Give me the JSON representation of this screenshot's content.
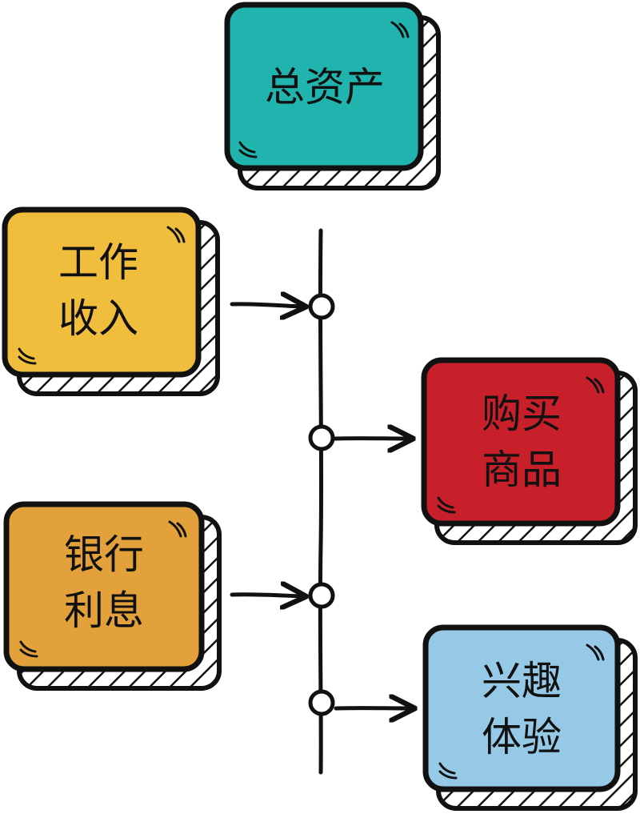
{
  "cards": {
    "total_assets": {
      "line1": "总资产",
      "color": "#21b3ad"
    },
    "work_income": {
      "line1": "工作",
      "line2": "收入",
      "color": "#f0bd3c"
    },
    "bank_interest": {
      "line1": "银行",
      "line2": "利息",
      "color": "#e2a13b"
    },
    "buy_goods": {
      "line1": "购买",
      "line2": "商品",
      "color": "#c8202a"
    },
    "interest_experience": {
      "line1": "兴趣",
      "line2": "体验",
      "color": "#96c9e6"
    }
  },
  "colors": {
    "outline": "#111111",
    "hatch_shadow": "#ffffff"
  },
  "flows": [
    {
      "from": "work_income",
      "to": "timeline",
      "direction": "in"
    },
    {
      "from": "timeline",
      "to": "buy_goods",
      "direction": "out"
    },
    {
      "from": "bank_interest",
      "to": "timeline",
      "direction": "in"
    },
    {
      "from": "timeline",
      "to": "interest_experience",
      "direction": "out"
    }
  ]
}
